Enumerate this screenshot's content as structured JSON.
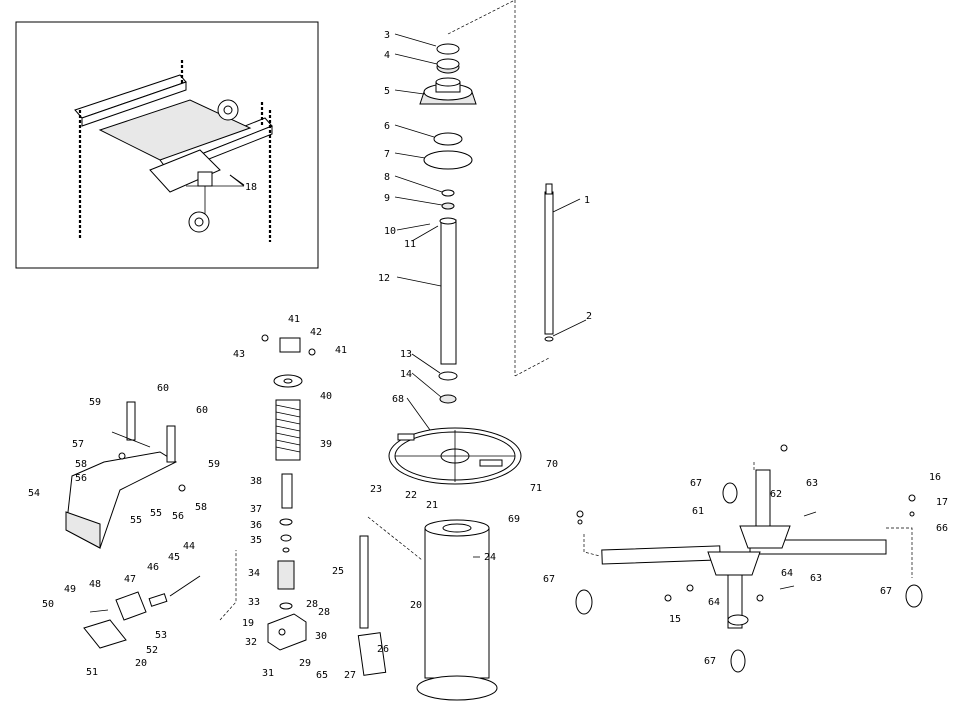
{
  "callouts": [
    {
      "id": "1",
      "text": "1"
    },
    {
      "id": "2",
      "text": "2"
    },
    {
      "id": "3",
      "text": "3"
    },
    {
      "id": "4",
      "text": "4"
    },
    {
      "id": "5",
      "text": "5"
    },
    {
      "id": "6",
      "text": "6"
    },
    {
      "id": "7",
      "text": "7"
    },
    {
      "id": "8",
      "text": "8"
    },
    {
      "id": "9",
      "text": "9"
    },
    {
      "id": "10",
      "text": "10"
    },
    {
      "id": "11",
      "text": "11"
    },
    {
      "id": "12",
      "text": "12"
    },
    {
      "id": "13",
      "text": "13"
    },
    {
      "id": "14",
      "text": "14"
    },
    {
      "id": "15",
      "text": "15"
    },
    {
      "id": "16",
      "text": "16"
    },
    {
      "id": "17",
      "text": "17"
    },
    {
      "id": "18",
      "text": "18"
    },
    {
      "id": "19",
      "text": "19"
    },
    {
      "id": "20a",
      "text": "20"
    },
    {
      "id": "20b",
      "text": "20"
    },
    {
      "id": "21",
      "text": "21"
    },
    {
      "id": "22",
      "text": "22"
    },
    {
      "id": "23",
      "text": "23"
    },
    {
      "id": "24",
      "text": "24"
    },
    {
      "id": "25",
      "text": "25"
    },
    {
      "id": "26",
      "text": "26"
    },
    {
      "id": "27",
      "text": "27"
    },
    {
      "id": "28a",
      "text": "28"
    },
    {
      "id": "28b",
      "text": "28"
    },
    {
      "id": "29",
      "text": "29"
    },
    {
      "id": "30",
      "text": "30"
    },
    {
      "id": "31",
      "text": "31"
    },
    {
      "id": "32",
      "text": "32"
    },
    {
      "id": "33",
      "text": "33"
    },
    {
      "id": "34",
      "text": "34"
    },
    {
      "id": "35",
      "text": "35"
    },
    {
      "id": "36",
      "text": "36"
    },
    {
      "id": "37",
      "text": "37"
    },
    {
      "id": "38",
      "text": "38"
    },
    {
      "id": "39",
      "text": "39"
    },
    {
      "id": "40",
      "text": "40"
    },
    {
      "id": "41a",
      "text": "41"
    },
    {
      "id": "41b",
      "text": "41"
    },
    {
      "id": "42",
      "text": "42"
    },
    {
      "id": "43",
      "text": "43"
    },
    {
      "id": "44",
      "text": "44"
    },
    {
      "id": "45",
      "text": "45"
    },
    {
      "id": "46",
      "text": "46"
    },
    {
      "id": "47",
      "text": "47"
    },
    {
      "id": "48",
      "text": "48"
    },
    {
      "id": "49",
      "text": "49"
    },
    {
      "id": "50",
      "text": "50"
    },
    {
      "id": "51",
      "text": "51"
    },
    {
      "id": "52",
      "text": "52"
    },
    {
      "id": "53",
      "text": "53"
    },
    {
      "id": "54",
      "text": "54"
    },
    {
      "id": "55a",
      "text": "55"
    },
    {
      "id": "55b",
      "text": "55"
    },
    {
      "id": "56a",
      "text": "56"
    },
    {
      "id": "56b",
      "text": "56"
    },
    {
      "id": "57",
      "text": "57"
    },
    {
      "id": "58a",
      "text": "58"
    },
    {
      "id": "58b",
      "text": "58"
    },
    {
      "id": "59a",
      "text": "59"
    },
    {
      "id": "59b",
      "text": "59"
    },
    {
      "id": "60a",
      "text": "60"
    },
    {
      "id": "60b",
      "text": "60"
    },
    {
      "id": "61",
      "text": "61"
    },
    {
      "id": "62",
      "text": "62"
    },
    {
      "id": "63a",
      "text": "63"
    },
    {
      "id": "63b",
      "text": "63"
    },
    {
      "id": "64a",
      "text": "64"
    },
    {
      "id": "64b",
      "text": "64"
    },
    {
      "id": "65",
      "text": "65"
    },
    {
      "id": "66",
      "text": "66"
    },
    {
      "id": "67a",
      "text": "67"
    },
    {
      "id": "67b",
      "text": "67"
    },
    {
      "id": "67c",
      "text": "67"
    },
    {
      "id": "67d",
      "text": "67"
    },
    {
      "id": "68",
      "text": "68"
    },
    {
      "id": "69",
      "text": "69"
    },
    {
      "id": "70",
      "text": "70"
    },
    {
      "id": "71",
      "text": "71"
    }
  ]
}
